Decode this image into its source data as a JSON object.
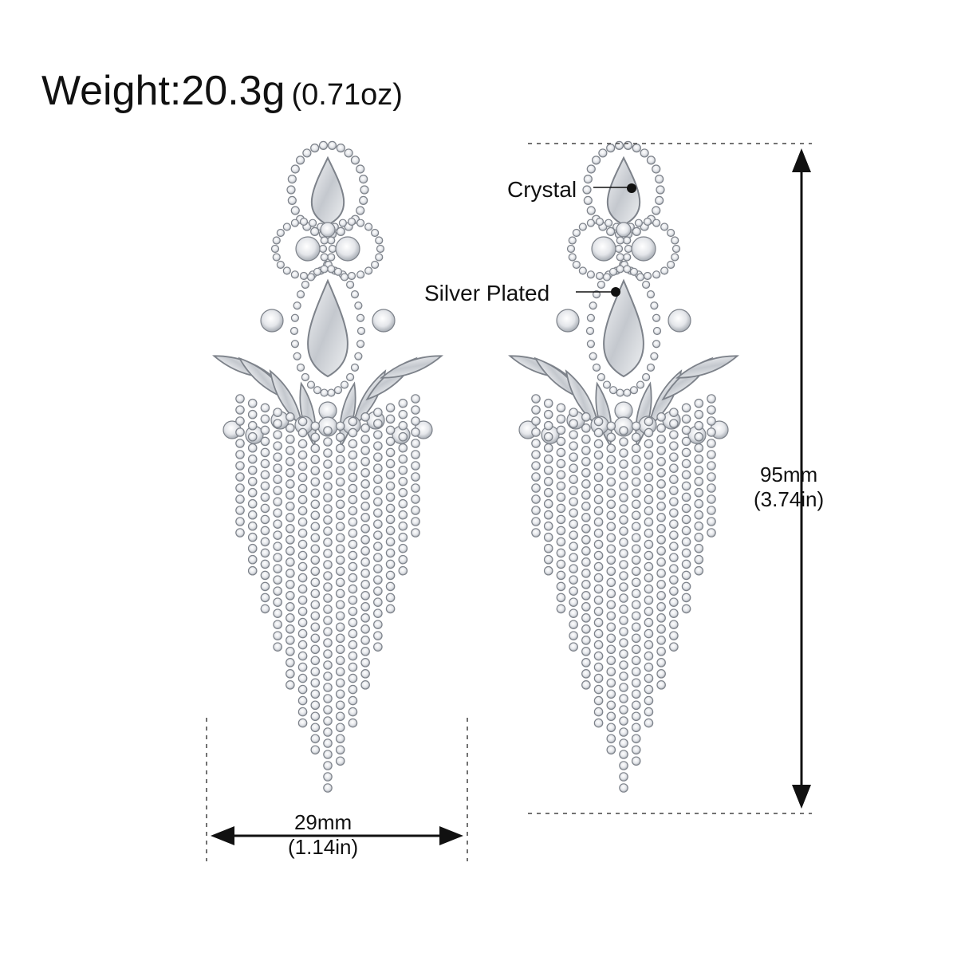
{
  "weight": {
    "main": "Weight:20.3g",
    "alt": "(0.71oz)"
  },
  "labels": {
    "crystal": "Crystal",
    "silver": "Silver Plated"
  },
  "height_dim": {
    "mm": "95mm",
    "inch": "(3.74in)"
  },
  "width_dim": {
    "mm": "29mm",
    "inch": "(1.14in)"
  },
  "colors": {
    "background": "#ffffff",
    "silver": "#c9ccd2",
    "outline": "#7d828a",
    "text": "#111111"
  }
}
